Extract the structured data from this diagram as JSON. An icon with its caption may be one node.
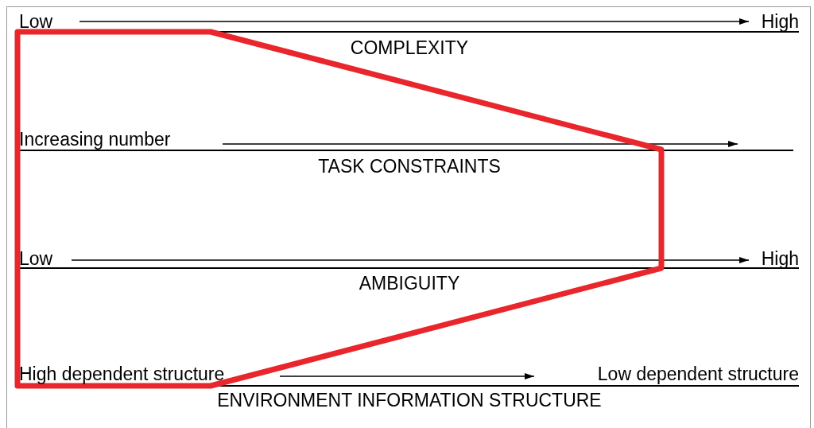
{
  "diagram": {
    "labels": [
      "Low",
      "High",
      "COMPLEXITY",
      "Increasing number",
      "TASK CONSTRAINTS",
      "Low",
      "High",
      "AMBIGUITY",
      "High dependent structure",
      "Low dependent structure",
      "ENVIRONMENT INFORMATION STRUCTURE"
    ]
  }
}
